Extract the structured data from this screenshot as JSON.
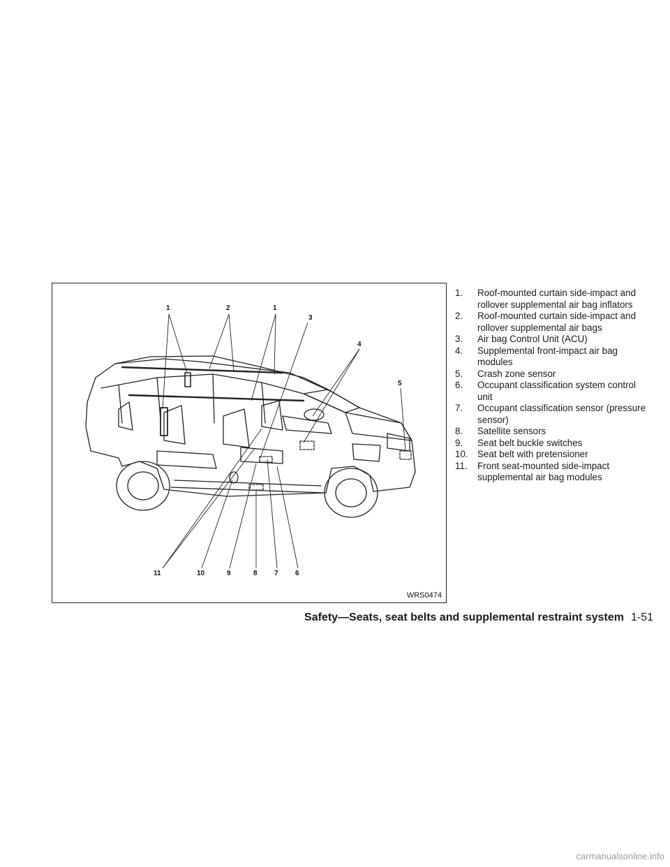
{
  "figure": {
    "code": "WRS0474",
    "callouts": [
      "1",
      "2",
      "1",
      "3",
      "4",
      "5",
      "11",
      "10",
      "9",
      "8",
      "7",
      "6"
    ]
  },
  "legend": [
    {
      "num": "1.",
      "text": "Roof-mounted curtain side-impact and rollover supplemental air bag inflators"
    },
    {
      "num": "2.",
      "text": "Roof-mounted curtain side-impact and rollover supplemental air bags"
    },
    {
      "num": "3.",
      "text": "Air bag Control Unit (ACU)"
    },
    {
      "num": "4.",
      "text": "Supplemental front-impact air bag modules"
    },
    {
      "num": "5.",
      "text": "Crash zone sensor"
    },
    {
      "num": "6.",
      "text": "Occupant classification system control unit"
    },
    {
      "num": "7.",
      "text": "Occupant classification sensor (pressure sensor)"
    },
    {
      "num": "8.",
      "text": "Satellite sensors"
    },
    {
      "num": "9.",
      "text": "Seat belt buckle switches"
    },
    {
      "num": "10.",
      "text": "Seat belt with pretensioner"
    },
    {
      "num": "11.",
      "text": "Front seat-mounted side-impact supplemental air bag modules"
    }
  ],
  "footer": {
    "section": "Safety—Seats, seat belts and supplemental restraint system",
    "page": "1-51"
  },
  "watermark": "carmanualsonline.info"
}
